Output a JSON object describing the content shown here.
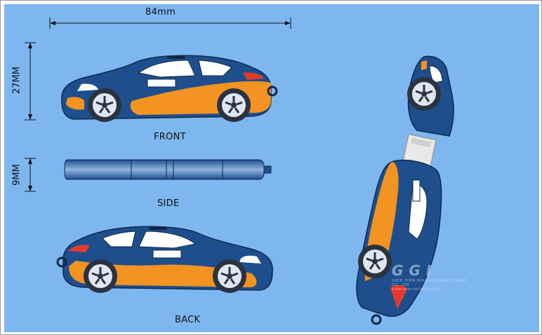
{
  "dimensions": {
    "width_label": "84mm",
    "height_label": "27MM",
    "thickness_label": "9MM"
  },
  "views": {
    "front": "FRONT",
    "side": "SIDE",
    "back": "BACK"
  },
  "colors": {
    "background": "#7eb7f0",
    "car_body": "#1e4f8c",
    "car_stripe": "#f29322",
    "wheel": "#dfe6f0",
    "tire": "#2b3340",
    "window": "#ffffff",
    "usb_connector": "#e9e9e9"
  },
  "watermark": {
    "logo_text": "GGI",
    "line": "SHEN ZHEN MINGXIN SHIWEI TRADE CO., LTD",
    "url": "www.oemusbflash.com"
  }
}
